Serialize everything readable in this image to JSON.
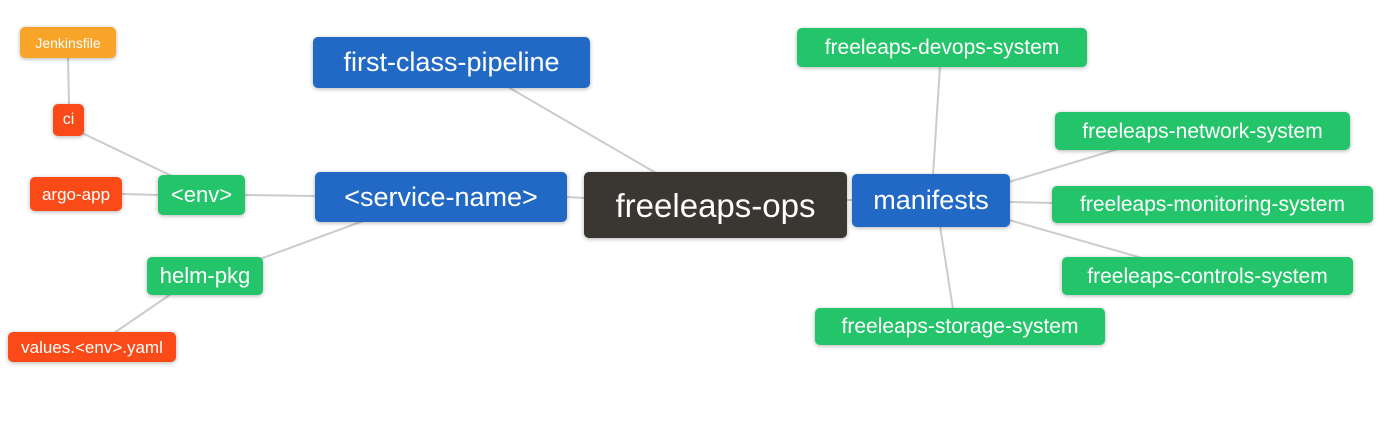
{
  "diagram": {
    "type": "mindmap",
    "root_label": "freeleaps-ops",
    "colors": {
      "root": "#3a3632",
      "branch_blue": "#2269c5",
      "leaf_green": "#23c46a",
      "leaf_red": "#f94a17",
      "leaf_orange": "#f7a428",
      "edge": "#cccccc",
      "text": "#ffffff",
      "background": "#ffffff"
    },
    "nodes": {
      "ops": {
        "label": "freeleaps-ops",
        "color": "#3a3632"
      },
      "pipeline": {
        "label": "first-class-pipeline",
        "color": "#2269c5"
      },
      "service": {
        "label": "<service-name>",
        "color": "#2269c5"
      },
      "manifests": {
        "label": "manifests",
        "color": "#2269c5"
      },
      "env": {
        "label": "<env>",
        "color": "#23c46a"
      },
      "helm_pkg": {
        "label": "helm-pkg",
        "color": "#23c46a"
      },
      "ci": {
        "label": "ci",
        "color": "#f94a17"
      },
      "argo_app": {
        "label": "argo-app",
        "color": "#f94a17"
      },
      "jenkinsfile": {
        "label": "Jenkinsfile",
        "color": "#f7a428"
      },
      "values_yaml": {
        "label": "values.<env>.yaml",
        "color": "#f94a17"
      },
      "devops": {
        "label": "freeleaps-devops-system",
        "color": "#23c46a"
      },
      "network": {
        "label": "freeleaps-network-system",
        "color": "#23c46a"
      },
      "monitoring": {
        "label": "freeleaps-monitoring-system",
        "color": "#23c46a"
      },
      "controls": {
        "label": "freeleaps-controls-system",
        "color": "#23c46a"
      },
      "storage": {
        "label": "freeleaps-storage-system",
        "color": "#23c46a"
      }
    },
    "edges": [
      {
        "from": "jenkinsfile",
        "to": "ci"
      },
      {
        "from": "ci",
        "to": "env"
      },
      {
        "from": "argo_app",
        "to": "env"
      },
      {
        "from": "env",
        "to": "service"
      },
      {
        "from": "service",
        "to": "helm_pkg"
      },
      {
        "from": "helm_pkg",
        "to": "values_yaml"
      },
      {
        "from": "service",
        "to": "ops"
      },
      {
        "from": "pipeline",
        "to": "ops"
      },
      {
        "from": "ops",
        "to": "manifests"
      },
      {
        "from": "manifests",
        "to": "devops"
      },
      {
        "from": "manifests",
        "to": "network"
      },
      {
        "from": "manifests",
        "to": "monitoring"
      },
      {
        "from": "manifests",
        "to": "controls"
      },
      {
        "from": "manifests",
        "to": "storage"
      }
    ]
  }
}
